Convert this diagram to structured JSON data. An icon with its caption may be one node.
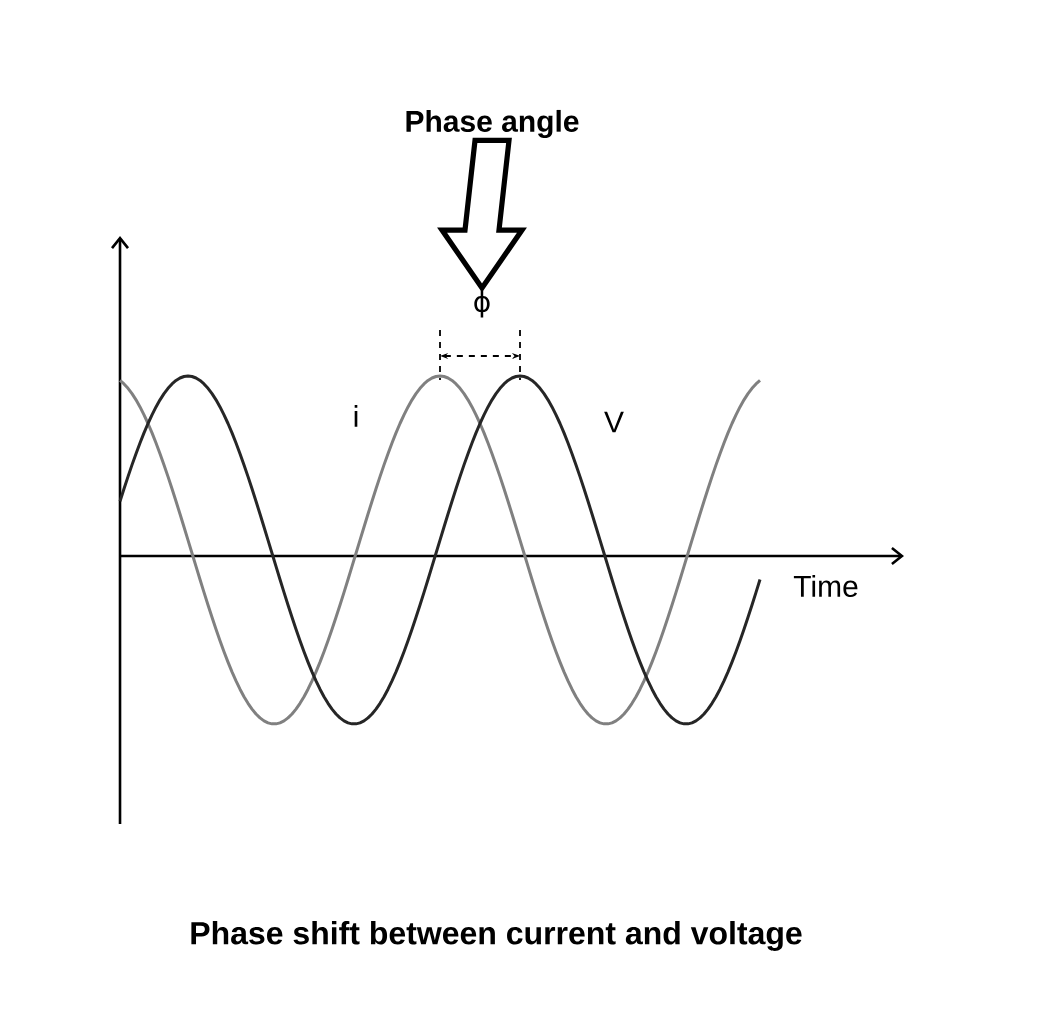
{
  "diagram": {
    "caption": "Phase shift between current and voltage",
    "nodes": [
      {
        "text": [
          "Phase angle"
        ]
      },
      {
        "text": [
          "ϕ"
        ]
      }
    ],
    "edges": [
      {
        "from": 0,
        "to": 1,
        "arrow": "to",
        "style": "thick"
      }
    ],
    "labels": [
      "i",
      "V",
      "Time"
    ]
  }
}
